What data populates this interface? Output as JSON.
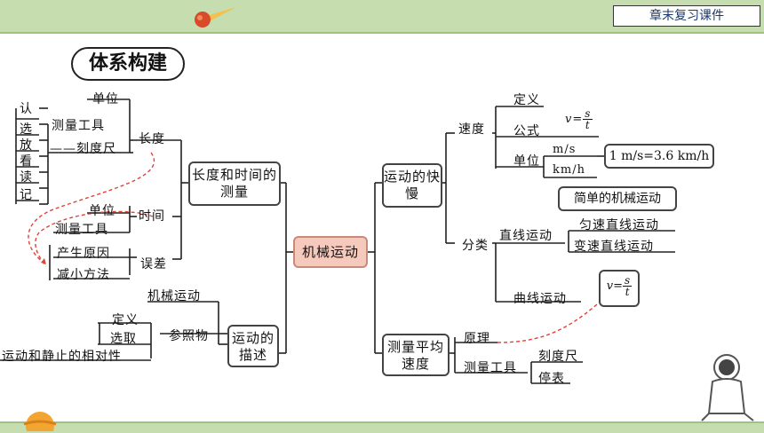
{
  "header": {
    "chapter_label": "章末复习课件"
  },
  "title": "体系构建",
  "center": "机械运动",
  "left": {
    "length_time": "长度和时间的测量",
    "length": {
      "label": "长度",
      "unit": "单位",
      "tool": "测量工具",
      "tool_sub": "——刻度尺",
      "steps": [
        "认",
        "选",
        "放",
        "看",
        "读",
        "记"
      ]
    },
    "time": {
      "label": "时间",
      "unit": "单位",
      "tool": "测量工具"
    },
    "error": {
      "label": "误差",
      "cause": "产生原因",
      "reduce": "减小方法"
    },
    "description": {
      "label": "运动的描述",
      "motion": "机械运动",
      "reference": "参照物",
      "definition": "定义",
      "choose": "选取",
      "relative": "运动和静止的相对性"
    }
  },
  "right": {
    "speed_box": "运动的快慢",
    "speed": {
      "label": "速度",
      "definition": "定义",
      "formula_label": "公式",
      "unit_label": "单位",
      "unit1": "m/s",
      "unit2": "km/h",
      "conversion": "1 m/s=3.6 km/h"
    },
    "formula": {
      "v": "v=",
      "num": "s",
      "den": "t"
    },
    "classify": {
      "label": "分类",
      "straight": "直线运动",
      "simplest": "简单的机械运动",
      "uniform": "匀速直线运动",
      "variable": "变速直线运动",
      "curve": "曲线运动"
    },
    "measure_box": "测量平均速度",
    "measure": {
      "principle": "原理",
      "tool": "测量工具",
      "ruler": "刻度尺",
      "watch": "停表"
    }
  }
}
